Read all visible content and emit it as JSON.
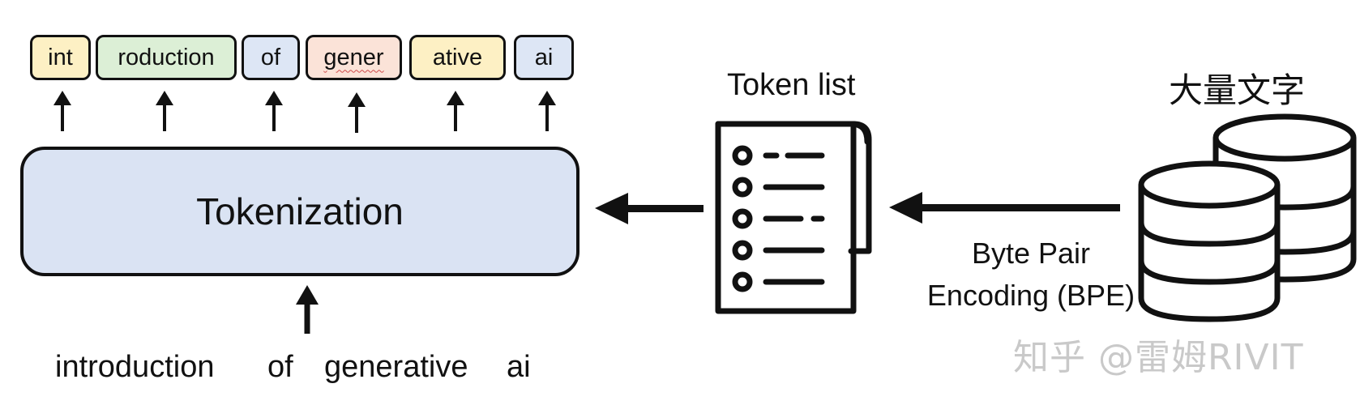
{
  "tokens": [
    {
      "text": "int",
      "color": "#fdf0c4"
    },
    {
      "text": "roduction",
      "color": "#dcefd6"
    },
    {
      "text": "of",
      "color": "#dde6f5"
    },
    {
      "text": "gener",
      "color": "#fbe3d8"
    },
    {
      "text": "ative",
      "color": "#fdf0c4"
    },
    {
      "text": "ai",
      "color": "#dde6f5"
    }
  ],
  "tokenization": {
    "label": "Tokenization",
    "fill": "#dae3f3"
  },
  "input_words": [
    "introduction",
    "of",
    "generative",
    "ai"
  ],
  "token_list": {
    "title": "Token list",
    "icon": "document-list-icon"
  },
  "corpus": {
    "title": "大量文字",
    "icon": "database-icon"
  },
  "bpe": {
    "line1": "Byte Pair",
    "line2": "Encoding (BPE)"
  },
  "watermark": "知乎 @雷姆RIVIT"
}
